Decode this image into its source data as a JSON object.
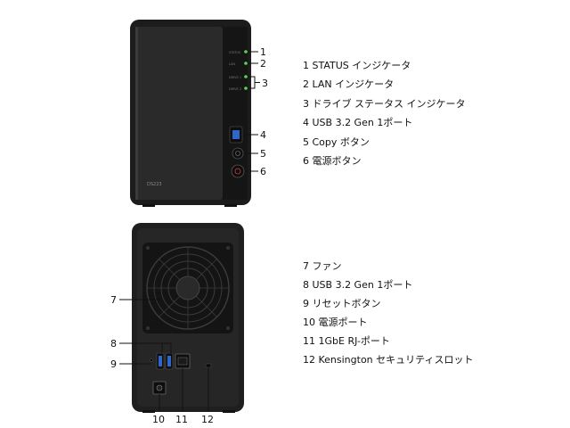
{
  "front_view": {
    "model_label": "DS223",
    "led_labels": [
      "STATUS",
      "LAN",
      "DRIVE 1",
      "DRIVE 2"
    ],
    "callouts": [
      "1",
      "2",
      "3",
      "4",
      "5",
      "6"
    ]
  },
  "back_view": {
    "callouts": [
      "7",
      "8",
      "9",
      "10",
      "11",
      "12"
    ]
  },
  "front_legend": [
    "1  STATUS インジケータ",
    "2  LAN インジケータ",
    "3  ドライブ ステータス インジケータ",
    "4  USB 3.2 Gen  1ポート",
    "5  Copy ボタン",
    "6  電源ボタン"
  ],
  "back_legend": [
    "7   ファン",
    "8   USB 3.2 Gen  1ポート",
    "9   リセットボタン",
    "10  電源ポート",
    "11  1GbE RJ-ポート",
    "12  Kensington セキュリティスロット"
  ]
}
